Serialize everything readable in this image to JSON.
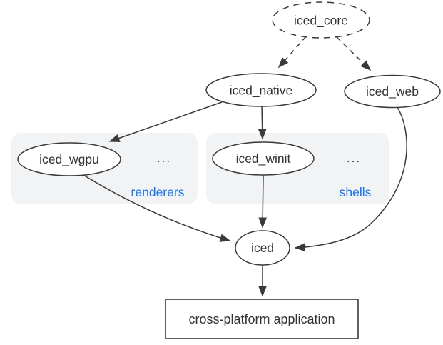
{
  "diagram": {
    "nodes": {
      "iced_core": {
        "label": "iced_core",
        "shape": "ellipse",
        "border": "dashed"
      },
      "iced_native": {
        "label": "iced_native",
        "shape": "ellipse",
        "border": "solid"
      },
      "iced_web": {
        "label": "iced_web",
        "shape": "ellipse",
        "border": "solid"
      },
      "iced_wgpu": {
        "label": "iced_wgpu",
        "shape": "ellipse",
        "border": "solid",
        "group": "renderers"
      },
      "iced_winit": {
        "label": "iced_winit",
        "shape": "ellipse",
        "border": "solid",
        "group": "shells"
      },
      "iced": {
        "label": "iced",
        "shape": "ellipse",
        "border": "solid"
      },
      "application": {
        "label": "cross-platform application",
        "shape": "rect",
        "border": "solid"
      }
    },
    "groups": {
      "renderers": {
        "label": "renderers",
        "more_indicator": "..."
      },
      "shells": {
        "label": "shells",
        "more_indicator": "..."
      }
    },
    "edges": [
      {
        "from": "iced_core",
        "to": "iced_native",
        "style": "dashed"
      },
      {
        "from": "iced_core",
        "to": "iced_web",
        "style": "dashed"
      },
      {
        "from": "iced_native",
        "to": "iced_wgpu",
        "style": "solid"
      },
      {
        "from": "iced_native",
        "to": "iced_winit",
        "style": "solid"
      },
      {
        "from": "iced_wgpu",
        "to": "iced",
        "style": "solid"
      },
      {
        "from": "iced_winit",
        "to": "iced",
        "style": "solid"
      },
      {
        "from": "iced_web",
        "to": "iced",
        "style": "solid"
      },
      {
        "from": "iced",
        "to": "application",
        "style": "solid"
      }
    ],
    "colors": {
      "edge": "#3a3a3a",
      "node_text": "#333333",
      "group_label": "#1a73e8",
      "group_fill": "#f2f3f5",
      "node_fill": "#ffffff",
      "background": "#ffffff"
    }
  }
}
